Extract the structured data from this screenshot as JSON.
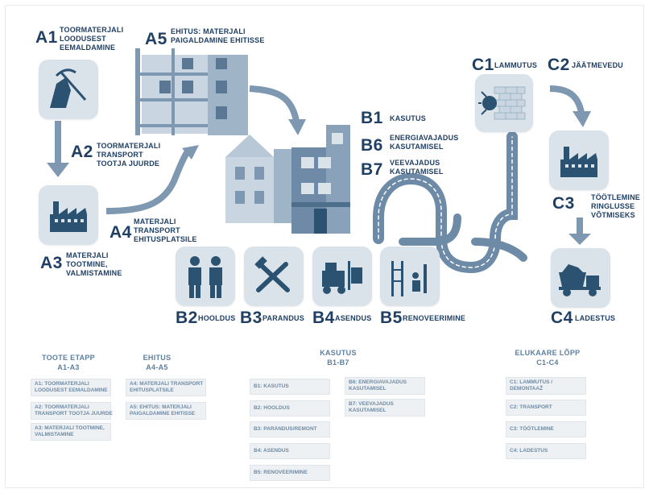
{
  "stages": {
    "a1": {
      "code": "A1",
      "label": "TOORMATERJALI\nLOODUSEST\nEEMALDAMINE"
    },
    "a2": {
      "code": "A2",
      "label": "TOORMATERJALI\nTRANSPORT\nTOOTJA JUURDE"
    },
    "a3": {
      "code": "A3",
      "label": "MATERJALI\nTOOTMINE,\nVALMISTAMINE"
    },
    "a4": {
      "code": "A4",
      "label": "MATERJALI\nTRANSPORT\nEHITUSPLATSILE"
    },
    "a5": {
      "code": "A5",
      "label": "EHITUS: MATERJALI\nPAIGALDAMINE EHITISSE"
    },
    "b1": {
      "code": "B1",
      "label": "KASUTUS"
    },
    "b6": {
      "code": "B6",
      "label": "ENERGIAVAJADUS\nKASUTAMISEL"
    },
    "b7": {
      "code": "B7",
      "label": "VEEVAJADUS\nKASUTAMISEL"
    },
    "b2": {
      "code": "B2",
      "label": "HOOLDUS"
    },
    "b3": {
      "code": "B3",
      "label": "PARANDUS"
    },
    "b4": {
      "code": "B4",
      "label": "ASENDUS"
    },
    "b5": {
      "code": "B5",
      "label": "RENOVEERIMINE"
    },
    "c1": {
      "code": "C1",
      "label": "LAMMUTUS"
    },
    "c2": {
      "code": "C2",
      "label": "JÄÄTMEVEDU"
    },
    "c3": {
      "code": "C3",
      "label": "TÖÖTLEMINE\nRINGLUSSE\nVÕTMISEKS"
    },
    "c4": {
      "code": "C4",
      "label": "LADESTUS"
    }
  },
  "legend": {
    "product": {
      "title": "TOOTE ETAPP",
      "range": "A1-A3",
      "items": [
        "A1: TOORMATERJALI\nLOODUSEST EEMALDAMINE",
        "A2: TOORMATERJALI\nTRANSPORT TOOTJA JUURDE",
        "A3: MATERJALI TOOTMINE,\nVALMISTAMINE"
      ]
    },
    "construction": {
      "title": "EHITUS",
      "range": "A4-A5",
      "items": [
        "A4: MATERJALI TRANSPORT\nEHITUSPLATSILE",
        "A5: EHITUS: MATERJALI\nPAIGALDAMINE EHITISSE"
      ]
    },
    "use": {
      "title": "KASUTUS",
      "range": "B1-B7",
      "items_left": [
        "B1: KASUTUS",
        "B2: HOOLDUS",
        "B3: PARANDUS/REMONT",
        "B4: ASENDUS",
        "B5: RENOVEERIMINE"
      ],
      "items_right": [
        "B6: ENERGIAVAJADUS\nKASUTAMISEL",
        "B7: VEEVAJADUS\nKASUTAMISEL"
      ]
    },
    "eol": {
      "title": "ELUKAARE LÕPP",
      "range": "C1-C4",
      "items": [
        "C1: LAMMUTUS /\nDEMONTAAŽ",
        "C2: TRANSPORT",
        "C3: TÖÖTLEMINE",
        "C4: LADESTUS"
      ]
    }
  },
  "colors": {
    "navy": "#1f3f64",
    "tile": "#dbe3ea",
    "arrow": "#7e98b1",
    "icon": "#2c5271",
    "light": "#b8c8d6"
  }
}
